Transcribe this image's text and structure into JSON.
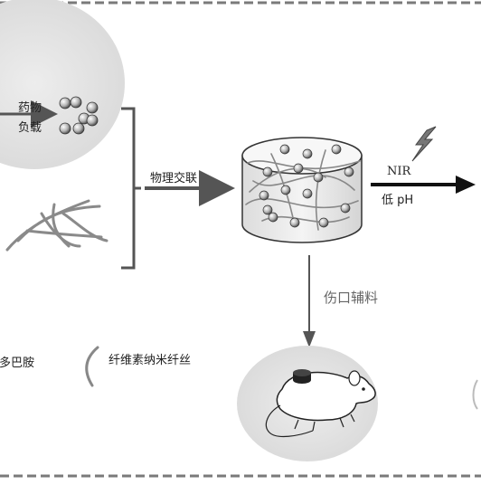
{
  "labels": {
    "drug_loading_line1": "药物",
    "drug_loading_line2": "负载",
    "physical_crosslink": "物理交联",
    "nir": "NIR",
    "low_ph": "低 pH",
    "wound_dressing": "伤口辅料",
    "polydopamine_partial": "聚多巴胺",
    "cellulose_nanofiber": "纤维素纳米纤丝"
  },
  "colors": {
    "blob_fill": "#e6e6e6",
    "arrow": "#555555",
    "dashed_border": "#7a7a7a",
    "text": "#222222"
  }
}
